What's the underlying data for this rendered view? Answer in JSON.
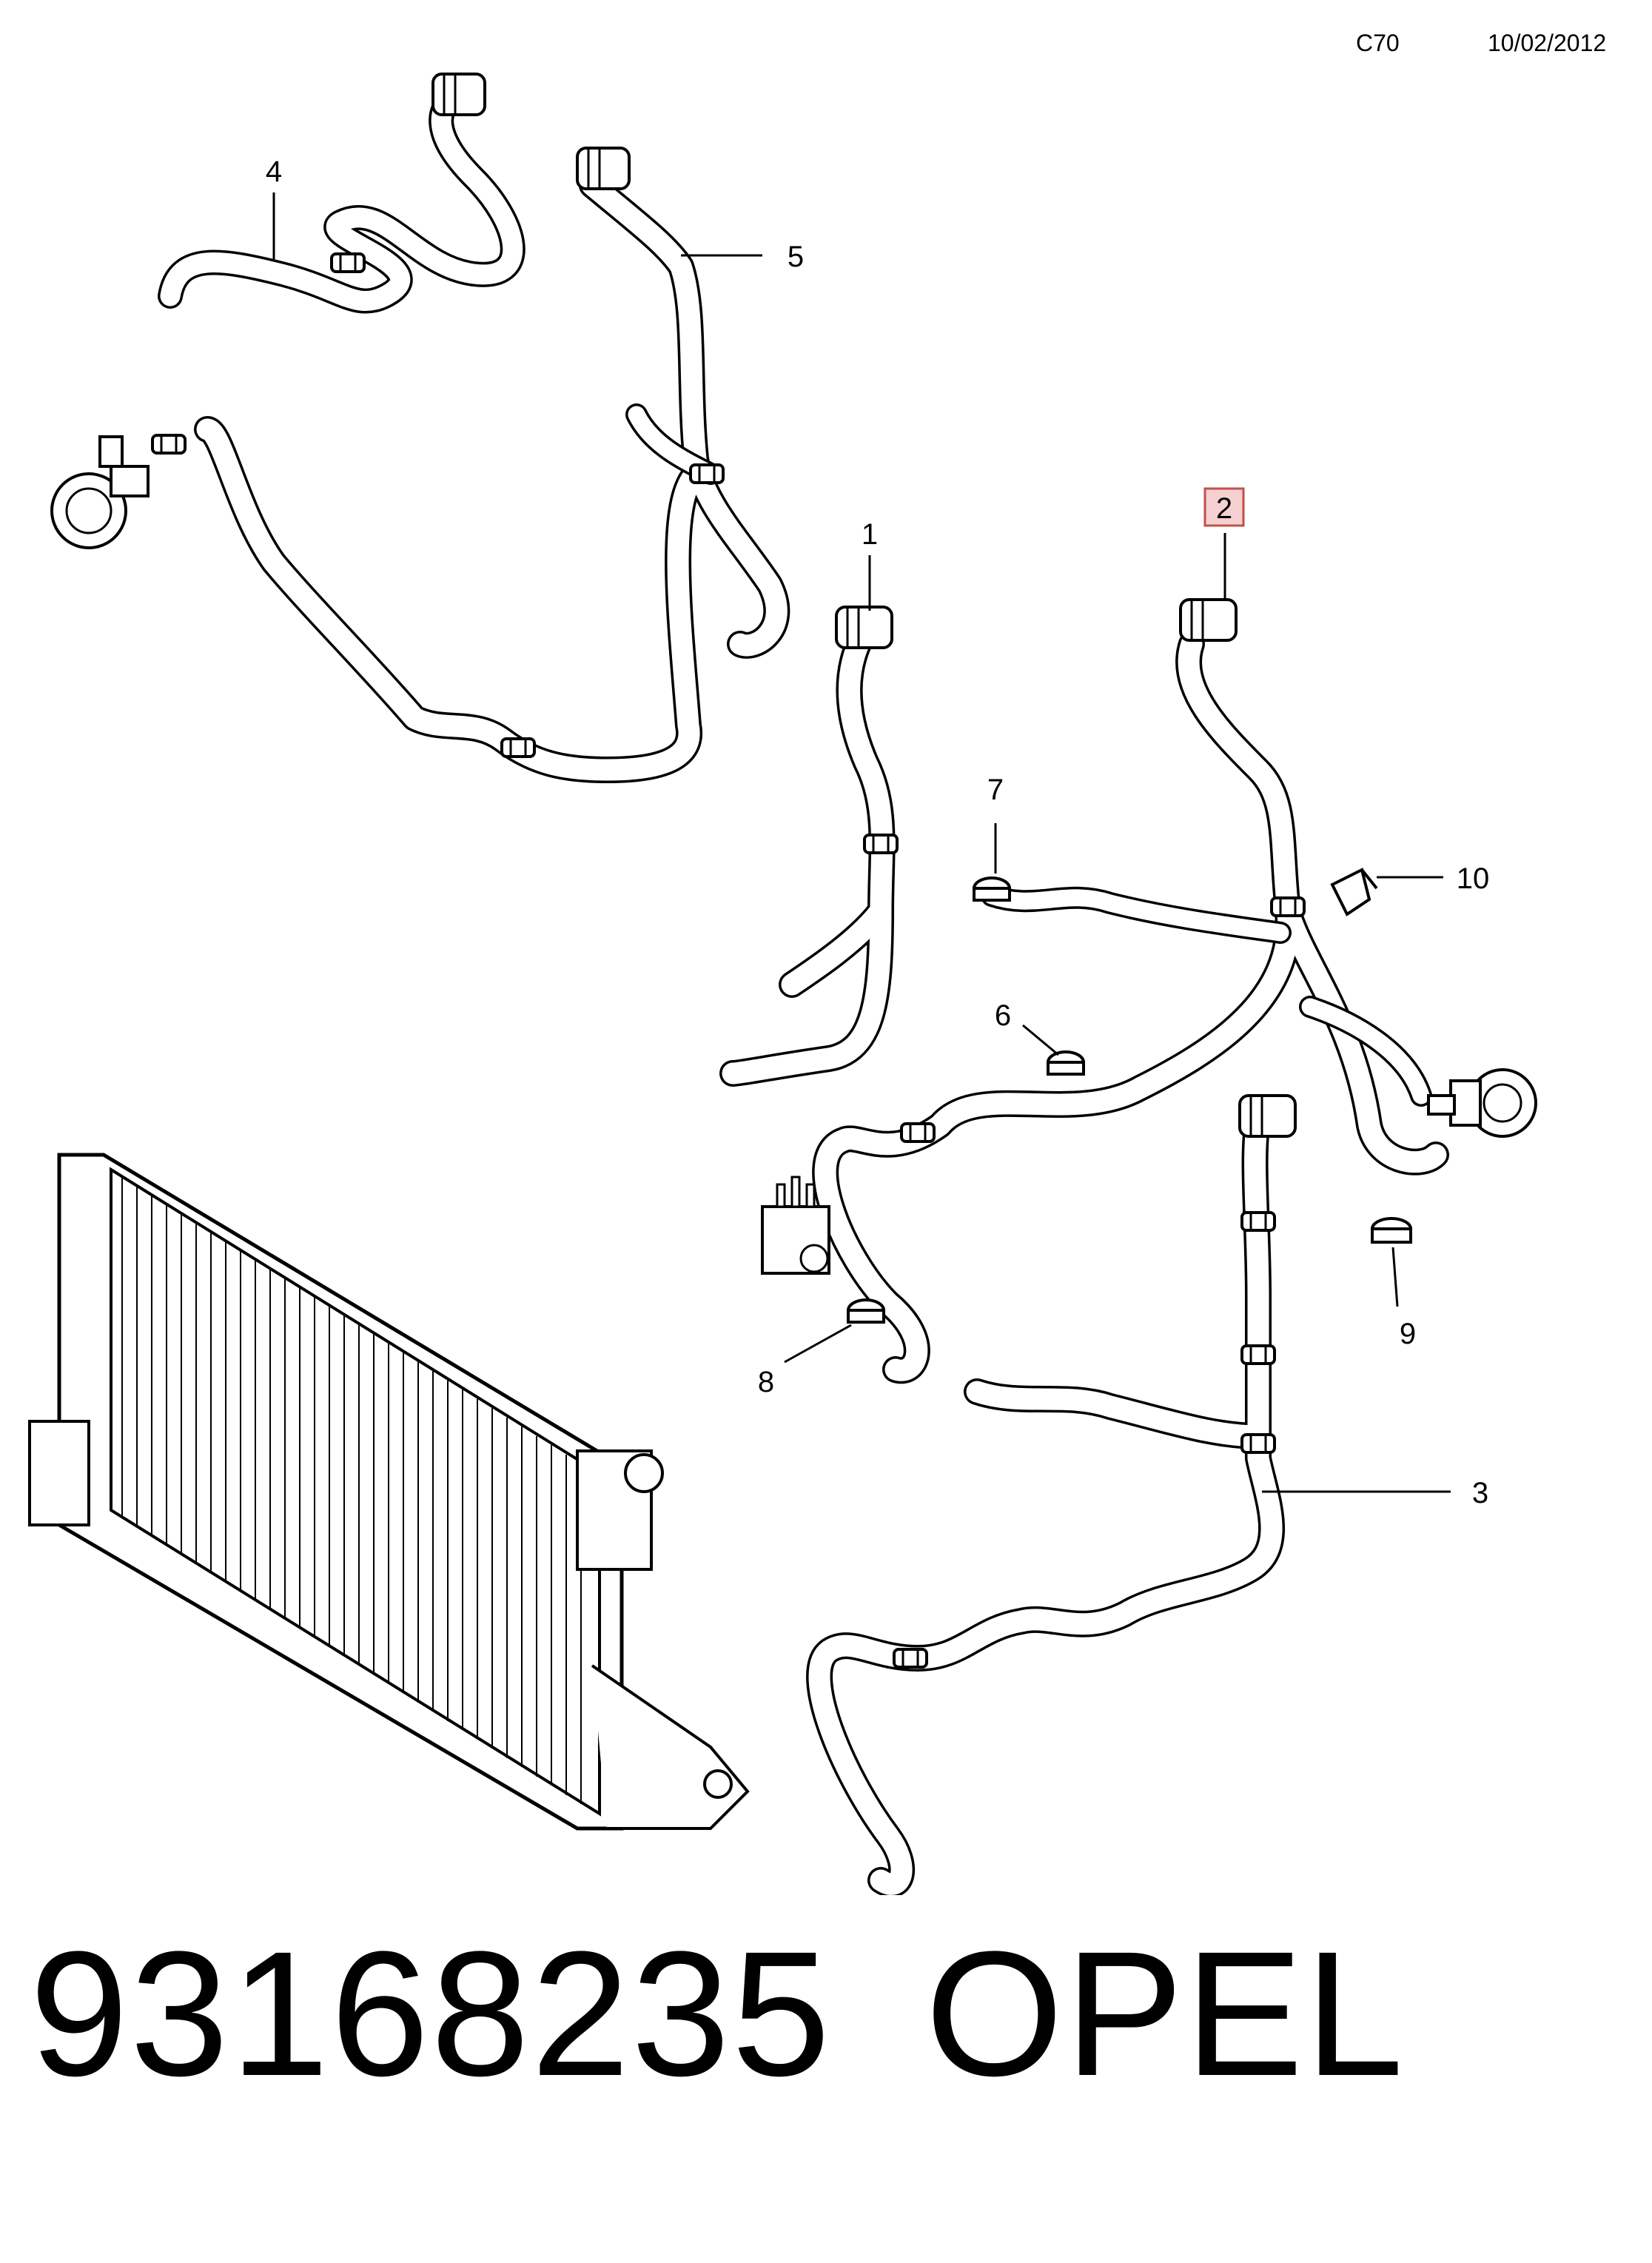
{
  "header": {
    "code": "C70",
    "date": "10/02/2012"
  },
  "callouts": [
    {
      "id": "1",
      "label": "1",
      "highlighted": false
    },
    {
      "id": "2",
      "label": "2",
      "highlighted": true
    },
    {
      "id": "3",
      "label": "3",
      "highlighted": false
    },
    {
      "id": "4",
      "label": "4",
      "highlighted": false
    },
    {
      "id": "5",
      "label": "5",
      "highlighted": false
    },
    {
      "id": "6",
      "label": "6",
      "highlighted": false
    },
    {
      "id": "7",
      "label": "7",
      "highlighted": false
    },
    {
      "id": "8",
      "label": "8",
      "highlighted": false
    },
    {
      "id": "9",
      "label": "9",
      "highlighted": false
    },
    {
      "id": "10",
      "label": "10",
      "highlighted": false
    }
  ],
  "footer": {
    "part_number": "93168235",
    "brand": "OPEL"
  },
  "colors": {
    "highlight_fill": "#f6d0d0",
    "highlight_border": "#c0504d",
    "line": "#000000"
  }
}
